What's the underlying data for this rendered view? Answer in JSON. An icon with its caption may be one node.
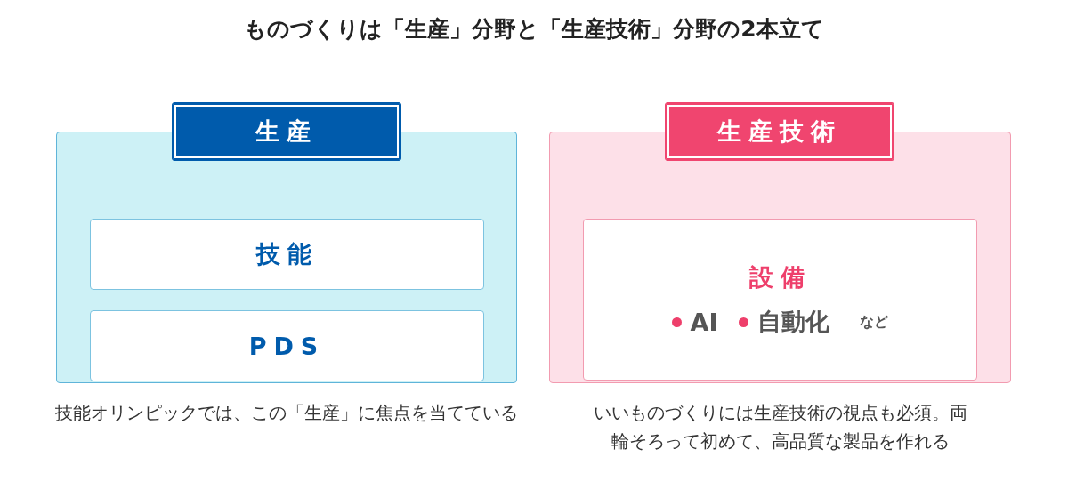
{
  "diagram": {
    "title": "ものづくりは「生産」分野と「生産技術」分野の2本立て",
    "nodes": [
      {
        "text": [
          "生産"
        ],
        "beside": [
          "技能オリンピックでは、この「生産」に焦点を当てている"
        ]
      },
      {
        "text": [
          "技能"
        ],
        "in": 0
      },
      {
        "text": [
          "PDS"
        ],
        "in": 0
      },
      {
        "text": [
          "生産技術"
        ],
        "beside": [
          "いいものづくりには生産技術の視点も必須。両輪そろって初めて、高品質な製品を作れる"
        ]
      },
      {
        "text": [
          "設備",
          "AI",
          "自動化",
          "など"
        ],
        "in": 3
      }
    ],
    "edges": []
  }
}
